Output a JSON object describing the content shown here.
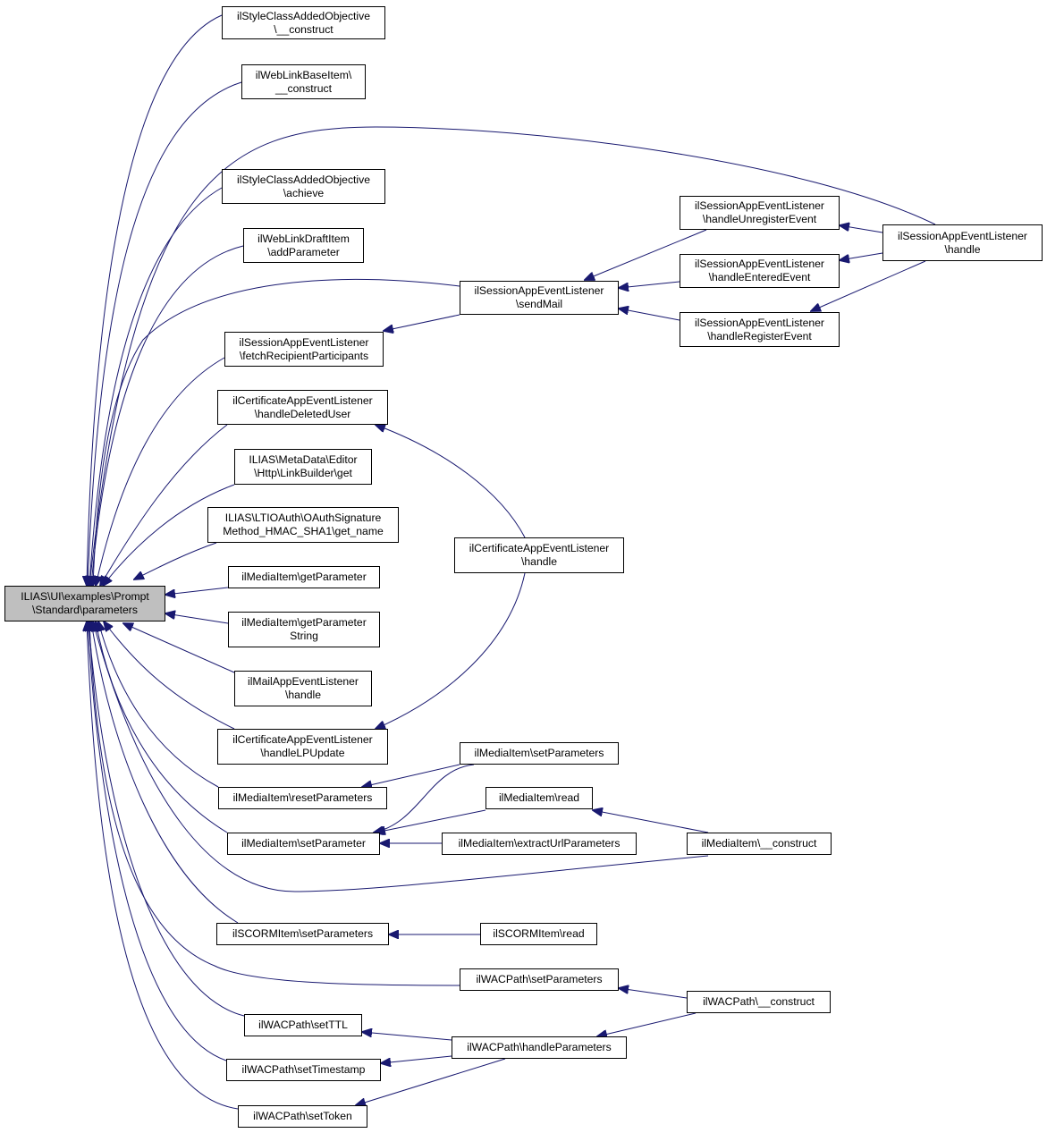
{
  "graph": {
    "colors": {
      "edge": "#191970",
      "root_fill": "#bfbfbf",
      "node_fill": "#ffffff",
      "node_border": "#000000"
    },
    "root": {
      "id": "root",
      "lines": [
        "ILIAS\\UI\\examples\\Prompt",
        "\\Standard\\parameters"
      ]
    },
    "nodes": [
      {
        "id": "n_style_construct",
        "lines": [
          "ilStyleClassAddedObjective",
          "\\__construct"
        ]
      },
      {
        "id": "n_weblinkbase_construct",
        "lines": [
          "ilWebLinkBaseItem\\",
          "__construct"
        ]
      },
      {
        "id": "n_style_achieve",
        "lines": [
          "ilStyleClassAddedObjective",
          "\\achieve"
        ]
      },
      {
        "id": "n_weblinkdraft_addparam",
        "lines": [
          "ilWebLinkDraftItem",
          "\\addParameter"
        ]
      },
      {
        "id": "n_session_sendmail",
        "lines": [
          "ilSessionAppEventListener",
          "\\sendMail"
        ]
      },
      {
        "id": "n_session_fetch",
        "lines": [
          "ilSessionAppEventListener",
          "\\fetchRecipientParticipants"
        ]
      },
      {
        "id": "n_session_unregister",
        "lines": [
          "ilSessionAppEventListener",
          "\\handleUnregisterEvent"
        ]
      },
      {
        "id": "n_session_handle",
        "lines": [
          "ilSessionAppEventListener",
          "\\handle"
        ]
      },
      {
        "id": "n_session_entered",
        "lines": [
          "ilSessionAppEventListener",
          "\\handleEnteredEvent"
        ]
      },
      {
        "id": "n_session_register",
        "lines": [
          "ilSessionAppEventListener",
          "\\handleRegisterEvent"
        ]
      },
      {
        "id": "n_cert_deleted",
        "lines": [
          "ilCertificateAppEventListener",
          "\\handleDeletedUser"
        ]
      },
      {
        "id": "n_metadata_get",
        "lines": [
          "ILIAS\\MetaData\\Editor",
          "\\Http\\LinkBuilder\\get"
        ]
      },
      {
        "id": "n_ltioauth_getname",
        "lines": [
          "ILIAS\\LTIOAuth\\OAuthSignature",
          "Method_HMAC_SHA1\\get_name"
        ]
      },
      {
        "id": "n_cert_handle",
        "lines": [
          "ilCertificateAppEventListener",
          "\\handle"
        ]
      },
      {
        "id": "n_media_getparam",
        "lines": [
          "ilMediaItem\\getParameter"
        ]
      },
      {
        "id": "n_media_getparamstring",
        "lines": [
          "ilMediaItem\\getParameter",
          "String"
        ]
      },
      {
        "id": "n_mail_handle",
        "lines": [
          "ilMailAppEventListener",
          "\\handle"
        ]
      },
      {
        "id": "n_cert_lpupdate",
        "lines": [
          "ilCertificateAppEventListener",
          "\\handleLPUpdate"
        ]
      },
      {
        "id": "n_media_setparams",
        "lines": [
          "ilMediaItem\\setParameters"
        ]
      },
      {
        "id": "n_media_resetparams",
        "lines": [
          "ilMediaItem\\resetParameters"
        ]
      },
      {
        "id": "n_media_read",
        "lines": [
          "ilMediaItem\\read"
        ]
      },
      {
        "id": "n_media_setparam",
        "lines": [
          "ilMediaItem\\setParameter"
        ]
      },
      {
        "id": "n_media_extracturl",
        "lines": [
          "ilMediaItem\\extractUrlParameters"
        ]
      },
      {
        "id": "n_media_construct",
        "lines": [
          "ilMediaItem\\__construct"
        ]
      },
      {
        "id": "n_scorm_setparams",
        "lines": [
          "ilSCORMItem\\setParameters"
        ]
      },
      {
        "id": "n_scorm_read",
        "lines": [
          "ilSCORMItem\\read"
        ]
      },
      {
        "id": "n_wac_setparams",
        "lines": [
          "ilWACPath\\setParameters"
        ]
      },
      {
        "id": "n_wac_construct",
        "lines": [
          "ilWACPath\\__construct"
        ]
      },
      {
        "id": "n_wac_setttl",
        "lines": [
          "ilWACPath\\setTTL"
        ]
      },
      {
        "id": "n_wac_handleparams",
        "lines": [
          "ilWACPath\\handleParameters"
        ]
      },
      {
        "id": "n_wac_settimestamp",
        "lines": [
          "ilWACPath\\setTimestamp"
        ]
      },
      {
        "id": "n_wac_settoken",
        "lines": [
          "ilWACPath\\setToken"
        ]
      }
    ],
    "edges": [
      {
        "from": "n_style_construct",
        "to": "root"
      },
      {
        "from": "n_weblinkbase_construct",
        "to": "root"
      },
      {
        "from": "n_session_handle",
        "to": "root"
      },
      {
        "from": "n_style_achieve",
        "to": "root"
      },
      {
        "from": "n_weblinkdraft_addparam",
        "to": "root"
      },
      {
        "from": "n_session_sendmail",
        "to": "root"
      },
      {
        "from": "n_session_fetch",
        "to": "root"
      },
      {
        "from": "n_cert_deleted",
        "to": "root"
      },
      {
        "from": "n_metadata_get",
        "to": "root"
      },
      {
        "from": "n_ltioauth_getname",
        "to": "root"
      },
      {
        "from": "n_media_getparam",
        "to": "root"
      },
      {
        "from": "n_media_getparamstring",
        "to": "root"
      },
      {
        "from": "n_mail_handle",
        "to": "root"
      },
      {
        "from": "n_cert_lpupdate",
        "to": "root"
      },
      {
        "from": "n_media_resetparams",
        "to": "root"
      },
      {
        "from": "n_media_setparam",
        "to": "root"
      },
      {
        "from": "n_media_construct",
        "to": "root"
      },
      {
        "from": "n_scorm_setparams",
        "to": "root"
      },
      {
        "from": "n_wac_setparams",
        "to": "root"
      },
      {
        "from": "n_wac_setttl",
        "to": "root"
      },
      {
        "from": "n_wac_settimestamp",
        "to": "root"
      },
      {
        "from": "n_wac_settoken",
        "to": "root"
      },
      {
        "from": "n_session_sendmail",
        "to": "n_session_fetch"
      },
      {
        "from": "n_session_unregister",
        "to": "n_session_sendmail"
      },
      {
        "from": "n_session_entered",
        "to": "n_session_sendmail"
      },
      {
        "from": "n_session_register",
        "to": "n_session_sendmail"
      },
      {
        "from": "n_session_handle",
        "to": "n_session_unregister"
      },
      {
        "from": "n_session_handle",
        "to": "n_session_entered"
      },
      {
        "from": "n_session_handle",
        "to": "n_session_register"
      },
      {
        "from": "n_cert_handle",
        "to": "n_cert_deleted"
      },
      {
        "from": "n_cert_handle",
        "to": "n_cert_lpupdate"
      },
      {
        "from": "n_media_setparams",
        "to": "n_media_resetparams"
      },
      {
        "from": "n_media_setparams",
        "to": "n_media_setparam"
      },
      {
        "from": "n_media_read",
        "to": "n_media_setparam"
      },
      {
        "from": "n_media_extracturl",
        "to": "n_media_setparam"
      },
      {
        "from": "n_media_construct",
        "to": "n_media_read"
      },
      {
        "from": "n_scorm_read",
        "to": "n_scorm_setparams"
      },
      {
        "from": "n_wac_construct",
        "to": "n_wac_setparams"
      },
      {
        "from": "n_wac_construct",
        "to": "n_wac_handleparams"
      },
      {
        "from": "n_wac_handleparams",
        "to": "n_wac_setttl"
      },
      {
        "from": "n_wac_handleparams",
        "to": "n_wac_settimestamp"
      },
      {
        "from": "n_wac_handleparams",
        "to": "n_wac_settoken"
      }
    ]
  }
}
